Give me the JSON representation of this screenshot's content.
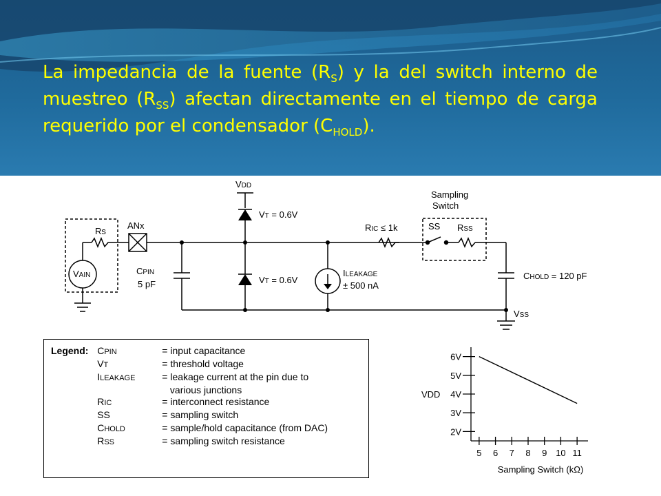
{
  "heading": {
    "part1": "La impedancia de la fuente (R",
    "sub1": "S",
    "part2": ") y la del switch interno de muestreo (R",
    "sub2": "SS",
    "part3": ") afectan directamente en el tiempo de carga requerido por el condensador (C",
    "sub3": "HOLD",
    "part4": ")."
  },
  "colors": {
    "banner_dark": "#1a4f7a",
    "banner_light": "#2f7fb0",
    "heading_text": "#ffff00"
  },
  "schematic": {
    "vdd_main": "V",
    "vdd_main_sub": "DD",
    "sampling_line1": "Sampling",
    "sampling_line2": "Switch",
    "rs": "Rs",
    "anx": "ANx",
    "vt_top": "V",
    "vt_top_sub": "T",
    "vt_top_val": " = 0.6V",
    "vt_bot": "V",
    "vt_bot_sub": "T",
    "vt_bot_val": " = 0.6V",
    "ric": "R",
    "ric_sub": "IC",
    "ric_val": " ≤ 1k",
    "ss": "SS",
    "rss": "R",
    "rss_sub": "SS",
    "vain": "V",
    "vain_sub": "AIN",
    "cpin": "C",
    "cpin_sub": "PIN",
    "cpin_val": "5 pF",
    "ileak": "I",
    "ileak_sub": "LEAKAGE",
    "ileak_val": "± 500 nA",
    "chold": "C",
    "chold_sub": "HOLD",
    "chold_val": " = 120 pF",
    "vss": "V",
    "vss_sub": "SS"
  },
  "legend": {
    "title": "Legend:",
    "rows": [
      {
        "sym_main": "C",
        "sym_sc": "PIN",
        "def": "= input capacitance"
      },
      {
        "sym_main": "V",
        "sym_sc": "T",
        "def": "= threshold voltage"
      },
      {
        "sym_main": "I",
        "sym_sc": "LEAKAGE",
        "def": "= leakage current at the pin due to"
      },
      {
        "sym_main": "",
        "sym_sc": "",
        "def": "   various junctions"
      },
      {
        "sym_main": "R",
        "sym_sc": "IC",
        "def": "= interconnect resistance"
      },
      {
        "sym_main": "SS",
        "sym_sc": "",
        "def": "= sampling switch"
      },
      {
        "sym_main": "C",
        "sym_sc": "HOLD",
        "def": "= sample/hold capacitance (from DAC)"
      },
      {
        "sym_main": "R",
        "sym_sc": "SS",
        "def": "= sampling switch resistance"
      }
    ]
  },
  "chart_data": {
    "type": "line",
    "title": "",
    "xlabel": "Sampling Switch (kΩ)",
    "ylabel": "VDD",
    "x_ticks": [
      "5",
      "6",
      "7",
      "8",
      "9",
      "10",
      "11"
    ],
    "y_ticks": [
      "2V",
      "3V",
      "4V",
      "5V",
      "6V"
    ],
    "xlim": [
      4.5,
      11.5
    ],
    "ylim": [
      1.5,
      6.5
    ],
    "series": [
      {
        "x": [
          5,
          11
        ],
        "y": [
          6.0,
          3.5
        ]
      }
    ],
    "grid": false,
    "legend": "none"
  }
}
